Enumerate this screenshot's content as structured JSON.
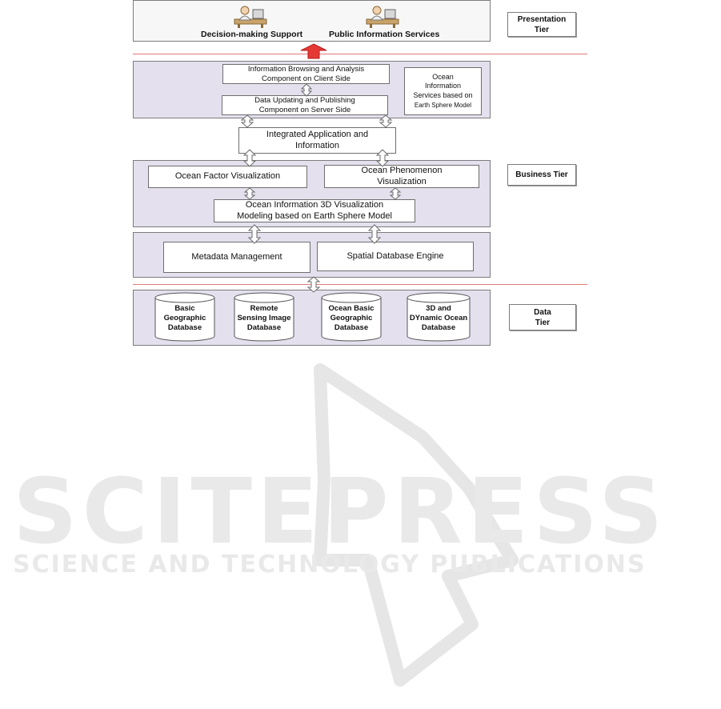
{
  "presentation": {
    "apps": [
      {
        "label": "Decision-making Support",
        "icon": "user-workstation-icon"
      },
      {
        "label": "Public Information Services",
        "icon": "user-workstation-icon"
      }
    ],
    "tier_label": [
      "Presentation",
      "Tier"
    ]
  },
  "services": {
    "client_component": [
      "Information Browsing and Analysis",
      "Component on Client Side"
    ],
    "server_component": [
      "Data Updating and Publishing",
      "Component on Server Side"
    ],
    "ocean_info": [
      "Ocean",
      "Information",
      "Services based on",
      "Earth Sphere Model"
    ]
  },
  "integrated": [
    "Integrated Application and",
    "Information"
  ],
  "business": {
    "factor": "Ocean Factor Visualization",
    "phenomenon": [
      "Ocean Phenomenon",
      "Visualization"
    ],
    "modeling": [
      "Ocean Information 3D Visualization",
      "Modeling based on Earth Sphere Model"
    ],
    "tier_label": "Business Tier"
  },
  "engine": {
    "metadata": "Metadata Management",
    "spatial": "Spatial Database Engine"
  },
  "data": {
    "databases": [
      [
        "Basic",
        "Geographic",
        "Database"
      ],
      [
        "Remote",
        "Sensing Image",
        "Database"
      ],
      [
        "Ocean Basic",
        "Geographic",
        "Database"
      ],
      [
        "3D and",
        "DYnamic Ocean",
        "Database"
      ]
    ],
    "tier_label": [
      "Data",
      "Tier"
    ]
  },
  "watermark": {
    "big": "SCITEPRESS",
    "small": "SCIENCE AND TECHNOLOGY PUBLICATIONS"
  },
  "colors": {
    "panel": "#e4e0ee",
    "separator": "#e07a7a",
    "red_arrow": "#e53935",
    "watermark": "#e9e9e9"
  }
}
